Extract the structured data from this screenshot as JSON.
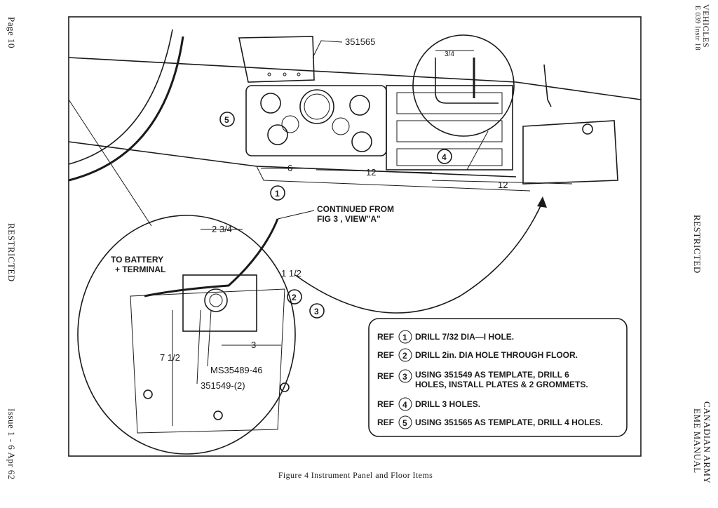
{
  "margin_left": {
    "page": "Page 10",
    "restricted": "RESTRICTED",
    "issue": "Issue 1 - 6 Apr 62"
  },
  "margin_right": {
    "vehicles": "VEHICLES",
    "eme_instr": "E 039 Instr 18",
    "restricted": "RESTRICTED",
    "manual_line1": "CANADIAN ARMY",
    "manual_line2": "EME MANUAL"
  },
  "figure": {
    "caption": "Figure 4 Instrument Panel and Floor Items",
    "part_top": "351565",
    "continued_line1": "CONTINUED FROM",
    "continued_line2": "FIG 3 , VIEW\"A\"",
    "battery_line1": "TO BATTERY",
    "battery_line2": "+ TERMINAL",
    "part_ms": "MS35489-46",
    "part_plate": "351549-(2)",
    "dims": {
      "d6": "6",
      "d12a": "12",
      "d12b": "12",
      "d3": "3",
      "d2_34": "2 3/4",
      "d1_12": "1 1/2",
      "d7_12": "7 1/2",
      "d34": "3/4"
    },
    "callouts": [
      "1",
      "2",
      "3",
      "4",
      "5"
    ],
    "refs": [
      {
        "prefix": "REF",
        "num": "1",
        "text": "DRILL 7/32 DIA—I HOLE."
      },
      {
        "prefix": "REF",
        "num": "2",
        "text": "DRILL  2in. DIA HOLE THROUGH FLOOR."
      },
      {
        "prefix": "REF",
        "num": "3",
        "text": "USING 351549 AS TEMPLATE, DRILL 6",
        "text2": "HOLES, INSTALL PLATES & 2 GROMMETS."
      },
      {
        "prefix": "REF",
        "num": "4",
        "text": "DRILL 3 HOLES."
      },
      {
        "prefix": "REF",
        "num": "5",
        "text": "USING 351565 AS TEMPLATE, DRILL 4 HOLES."
      }
    ]
  }
}
